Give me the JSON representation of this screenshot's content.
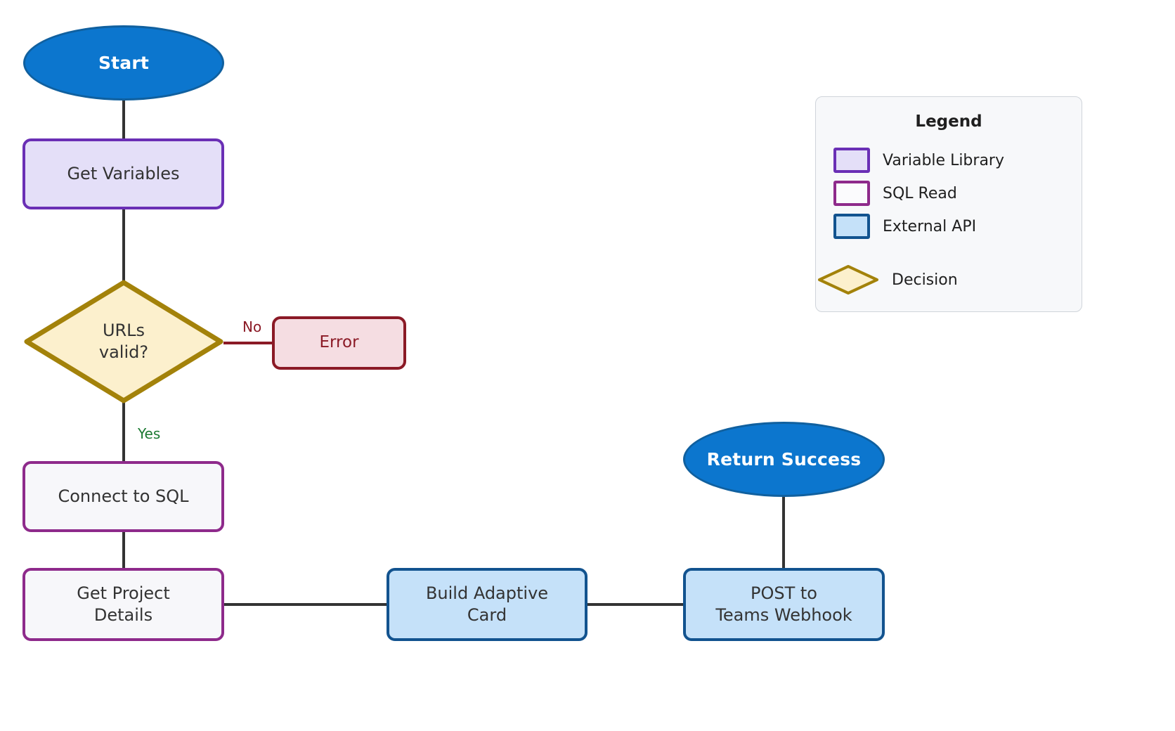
{
  "diagram": {
    "type": "flowchart",
    "title": "",
    "nodes": [
      {
        "id": "start",
        "label": "Start",
        "shape": "ellipse",
        "category": "terminator"
      },
      {
        "id": "get_vars",
        "label": "Get Variables",
        "shape": "rounded",
        "category": "variable-library"
      },
      {
        "id": "urls_valid",
        "label": "URLs\nvalid?",
        "shape": "diamond",
        "category": "decision"
      },
      {
        "id": "error",
        "label": "Error",
        "shape": "rounded",
        "category": "error"
      },
      {
        "id": "connect_sql",
        "label": "Connect to SQL",
        "shape": "rounded",
        "category": "sql-read"
      },
      {
        "id": "get_project",
        "label": "Get Project\nDetails",
        "shape": "rounded",
        "category": "sql-read"
      },
      {
        "id": "build_card",
        "label": "Build Adaptive\nCard",
        "shape": "rounded",
        "category": "external-api"
      },
      {
        "id": "post_teams",
        "label": "POST to\nTeams Webhook",
        "shape": "rounded",
        "category": "external-api"
      },
      {
        "id": "return_ok",
        "label": "Return Success",
        "shape": "ellipse",
        "category": "terminator"
      }
    ],
    "edges": [
      {
        "from": "start",
        "to": "get_vars",
        "label": ""
      },
      {
        "from": "get_vars",
        "to": "urls_valid",
        "label": ""
      },
      {
        "from": "urls_valid",
        "to": "error",
        "label": "No"
      },
      {
        "from": "urls_valid",
        "to": "connect_sql",
        "label": "Yes"
      },
      {
        "from": "connect_sql",
        "to": "get_project",
        "label": ""
      },
      {
        "from": "get_project",
        "to": "build_card",
        "label": ""
      },
      {
        "from": "build_card",
        "to": "post_teams",
        "label": ""
      },
      {
        "from": "post_teams",
        "to": "return_ok",
        "label": ""
      }
    ],
    "edge_labels": {
      "no": "No",
      "yes": "Yes"
    }
  },
  "legend": {
    "title": "Legend",
    "items": [
      {
        "label": "Variable Library",
        "swatch": "variable-library",
        "shape": "rect"
      },
      {
        "label": "SQL Read",
        "swatch": "sql-read",
        "shape": "rect"
      },
      {
        "label": "External API",
        "swatch": "external-api",
        "shape": "rect"
      },
      {
        "label": "Decision",
        "swatch": "decision",
        "shape": "diamond"
      }
    ]
  },
  "colors": {
    "terminator_fill": "#0c76ce",
    "terminator_stroke": "#10609f",
    "terminator_text": "#ffffff",
    "variable_library_fill": "#e4dff8",
    "variable_library_stroke": "#6a2fb5",
    "sql_read_fill": "#f7f7fa",
    "sql_read_stroke": "#8e2a8b",
    "external_api_fill": "#c5e1f9",
    "external_api_stroke": "#12538f",
    "decision_fill": "#fcf0cd",
    "decision_stroke": "#a3820a",
    "error_fill": "#f5dde2",
    "error_stroke": "#8b1a26",
    "edge_stroke": "#333333",
    "yes_label": "#1c7a32",
    "no_label": "#8b1a26",
    "legend_bg": "#f7f8fa",
    "legend_border": "#cfd4da",
    "page_bg": "#ffffff"
  }
}
